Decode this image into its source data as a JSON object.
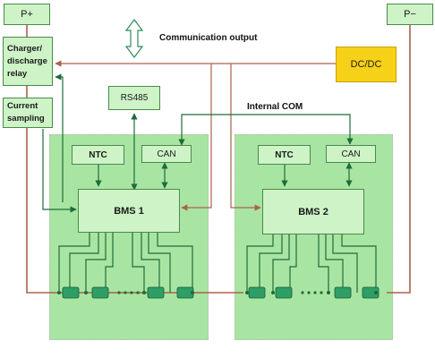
{
  "terminals": {
    "positive": "P+",
    "negative": "P−"
  },
  "left_column": {
    "relay": [
      "Charger/",
      "discharge",
      "relay"
    ],
    "sampling": [
      "Current",
      "sampling"
    ]
  },
  "dcdc": "DC/DC",
  "communication_output": "Communication output",
  "internal_com": "Internal COM",
  "rs485": "RS485",
  "module1": {
    "ntc": "NTC",
    "can": "CAN",
    "bms": "BMS 1"
  },
  "module2": {
    "ntc": "NTC",
    "can": "CAN",
    "bms": "BMS 2"
  },
  "colors": {
    "wire_main": "#a9634a",
    "wire_green": "#1f6b3a",
    "box_fill": "#cdf3c6",
    "module_fill": "#a9e5a2",
    "dcdc_fill": "#f6d117",
    "arrow_fill": "#ffffff"
  }
}
